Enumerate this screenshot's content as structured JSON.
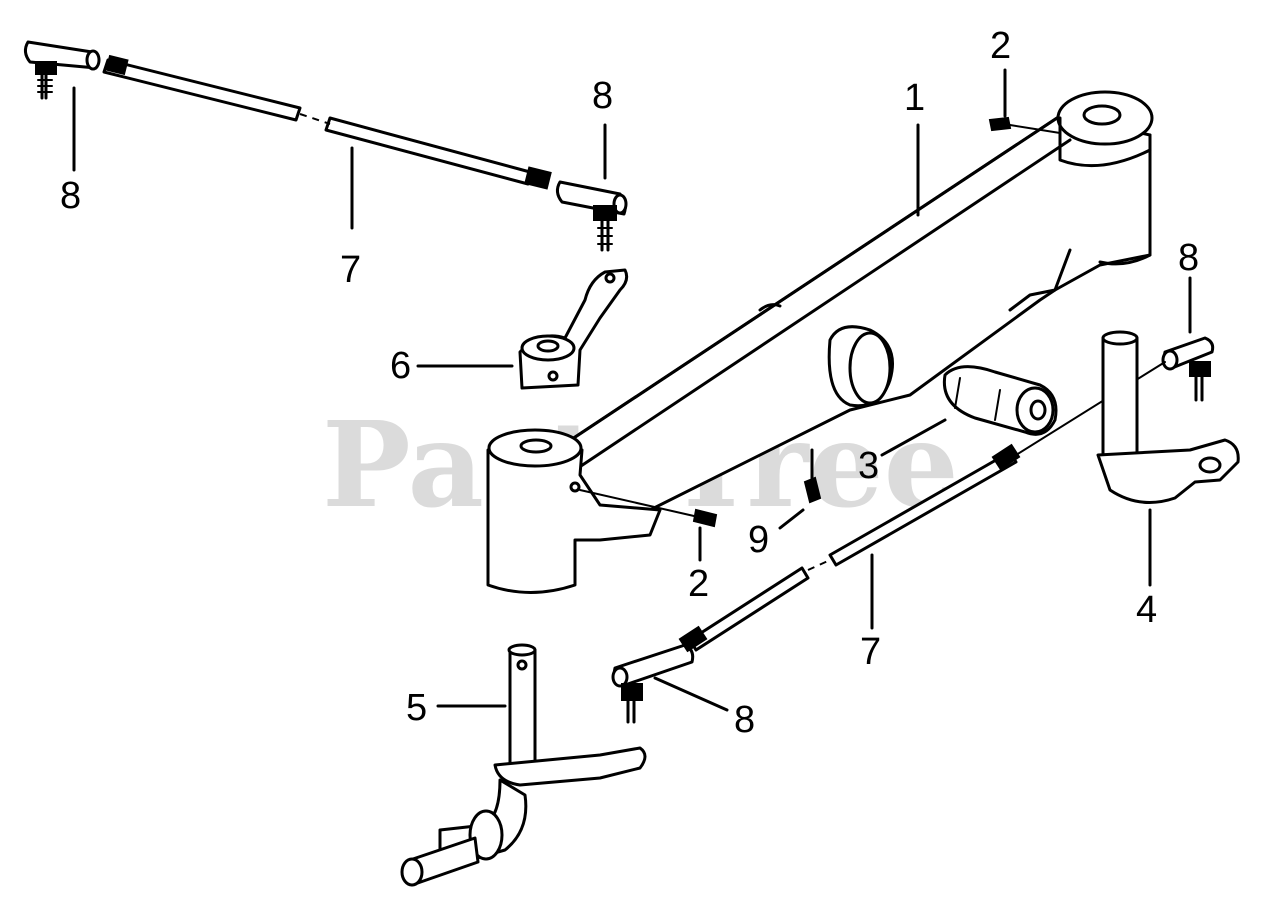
{
  "watermark": "PartsTree",
  "callouts": {
    "c1": "1",
    "c2_top": "2",
    "c2_bottom": "2",
    "c3": "3",
    "c4": "4",
    "c5": "5",
    "c6": "6",
    "c7_top": "7",
    "c7_bottom": "7",
    "c8_top_left": "8",
    "c8_top_mid": "8",
    "c8_right": "8",
    "c8_bottom": "8",
    "c9": "9"
  },
  "colors": {
    "ink": "#000000",
    "paper": "#ffffff",
    "watermark": "#cfcfcf"
  }
}
